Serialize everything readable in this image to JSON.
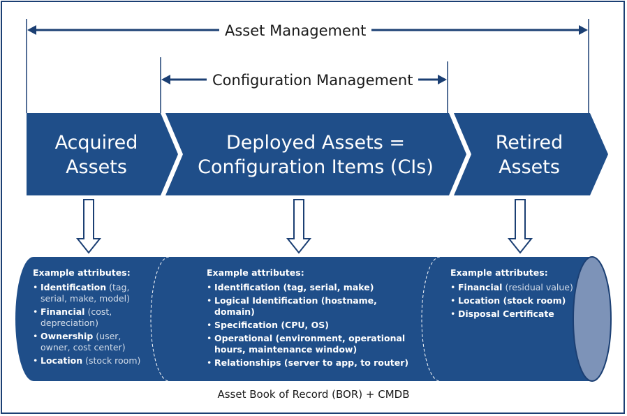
{
  "header": {
    "asset_management": "Asset Management",
    "configuration_management": "Configuration Management"
  },
  "stages": [
    {
      "line1": "Acquired",
      "line2": "Assets"
    },
    {
      "line1": "Deployed Assets =",
      "line2": "Configuration Items (CIs)"
    },
    {
      "line1": "Retired",
      "line2": "Assets"
    }
  ],
  "columns": [
    {
      "heading": "Example attributes:",
      "items": [
        {
          "key": "Identification",
          "detail": "(tag, serial, make, model)"
        },
        {
          "key": "Financial",
          "detail": "(cost, depreciation)"
        },
        {
          "key": "Ownership",
          "detail": "(user, owner, cost center)"
        },
        {
          "key": "Location",
          "detail": "(stock room)"
        }
      ]
    },
    {
      "heading": "Example attributes:",
      "items": [
        {
          "key": "Identification (tag, serial, make)"
        },
        {
          "key": "Logical Identification (hostname, domain)"
        },
        {
          "key": "Specification (CPU, OS)"
        },
        {
          "key": "Operational (environment, operational hours, maintenance window)"
        },
        {
          "key": "Relationships (server to app, to router)"
        }
      ]
    },
    {
      "heading": "Example attributes:",
      "items": [
        {
          "key": "Financial",
          "detail": "(residual value)"
        },
        {
          "key": "Location (stock room)"
        },
        {
          "key": "Disposal Certificate"
        }
      ]
    }
  ],
  "footer": "Asset Book of Record (BOR) + CMDB",
  "colors": {
    "primary": "#1f4e89",
    "dark": "#1b3f73",
    "cap": "#7d93b8"
  }
}
